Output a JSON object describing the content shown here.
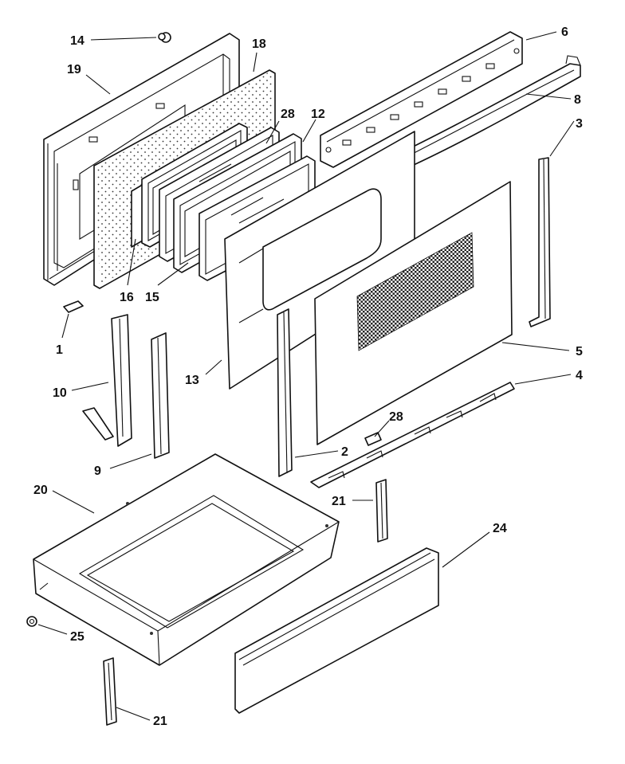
{
  "labels": [
    {
      "id": "14",
      "text": "14"
    },
    {
      "id": "18",
      "text": "18"
    },
    {
      "id": "19",
      "text": "19"
    },
    {
      "id": "28a",
      "text": "28"
    },
    {
      "id": "12",
      "text": "12"
    },
    {
      "id": "6",
      "text": "6"
    },
    {
      "id": "8",
      "text": "8"
    },
    {
      "id": "3",
      "text": "3"
    },
    {
      "id": "16",
      "text": "16"
    },
    {
      "id": "15",
      "text": "15"
    },
    {
      "id": "1",
      "text": "1"
    },
    {
      "id": "5",
      "text": "5"
    },
    {
      "id": "10",
      "text": "10"
    },
    {
      "id": "13",
      "text": "13"
    },
    {
      "id": "4",
      "text": "4"
    },
    {
      "id": "28b",
      "text": "28"
    },
    {
      "id": "2",
      "text": "2"
    },
    {
      "id": "9",
      "text": "9"
    },
    {
      "id": "20",
      "text": "20"
    },
    {
      "id": "21a",
      "text": "21"
    },
    {
      "id": "24",
      "text": "24"
    },
    {
      "id": "25",
      "text": "25"
    },
    {
      "id": "21b",
      "text": "21"
    }
  ]
}
